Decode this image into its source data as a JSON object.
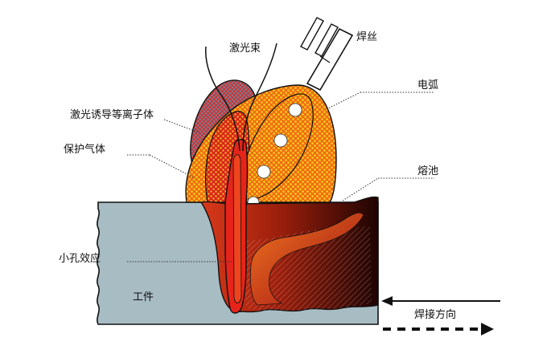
{
  "labels": {
    "laser_beam": "激光束",
    "filler_wire": "焊丝",
    "arc": "电弧",
    "laser_plasma": "激光诱导等离子体",
    "shield_gas": "保护气体",
    "weld_pool": "熔池",
    "keyhole": "小孔效应",
    "workpiece": "工件",
    "weld_direction": "焊接方向"
  },
  "colors": {
    "workpiece": "#a8bcc4",
    "plasma_red": "#e2281a",
    "arc_orange": "#f07a18",
    "dot_yellow": "#f5d21c",
    "shield_gray": "#8c8ca0",
    "pool_dark": "#3a0a04",
    "outline": "#111111"
  }
}
